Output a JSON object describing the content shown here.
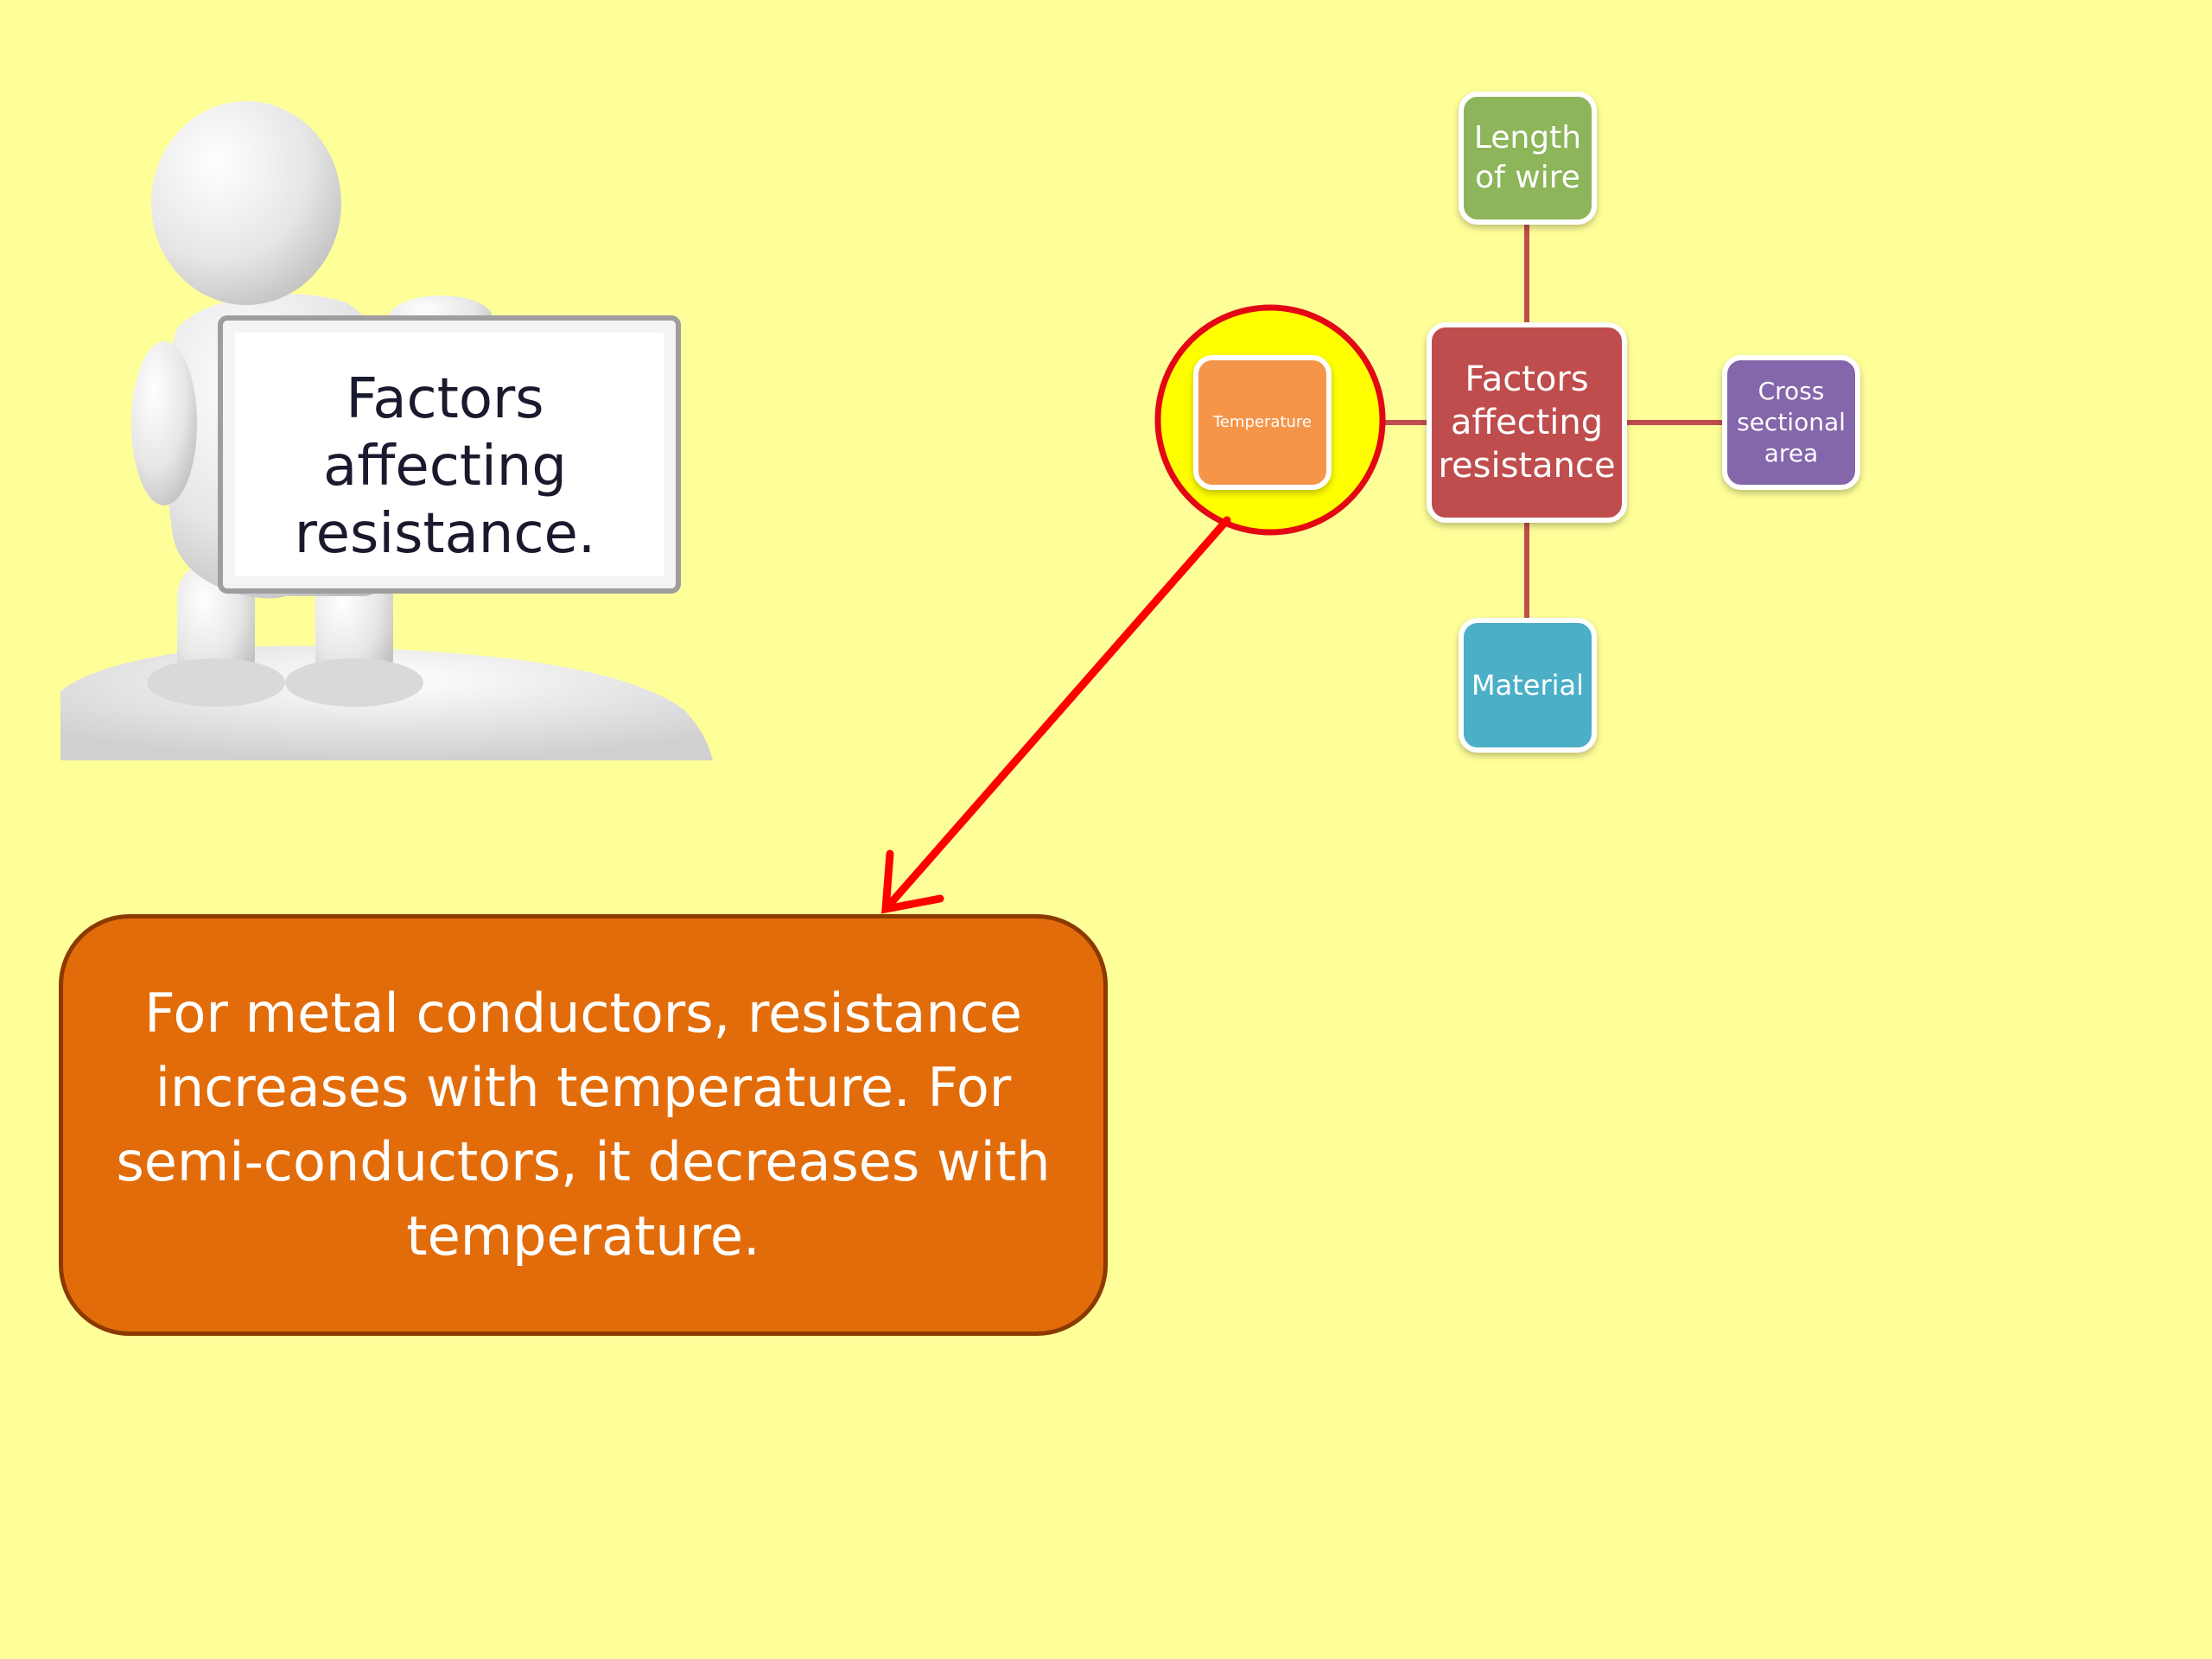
{
  "colors": {
    "background": "#FFFF99",
    "length_node": "#8DB55A",
    "center_node": "#BF4D4D",
    "cross_node": "#8466AA",
    "material_node": "#4BAFC8",
    "temperature_node": "#F5954A",
    "connector": "#BF4D4D",
    "highlight_ring": "#FFFF00",
    "highlight_stroke": "#E30613",
    "arrow": "#FF0000",
    "callout_fill": "#E36C0A",
    "callout_border": "#8B3A00"
  },
  "figure": {
    "icon": "person-holding-sign",
    "sign_text": "Factors\naffecting\nresistance."
  },
  "diagram": {
    "center": "Factors\naffecting\nresistance",
    "nodes": {
      "length": "Length\nof wire",
      "cross": "Cross\nsectional\narea",
      "material": "Material",
      "temperature": "Temperature"
    }
  },
  "callout": {
    "text": "For metal conductors, resistance increases with temperature.  For semi-conductors, it decreases with temperature."
  }
}
